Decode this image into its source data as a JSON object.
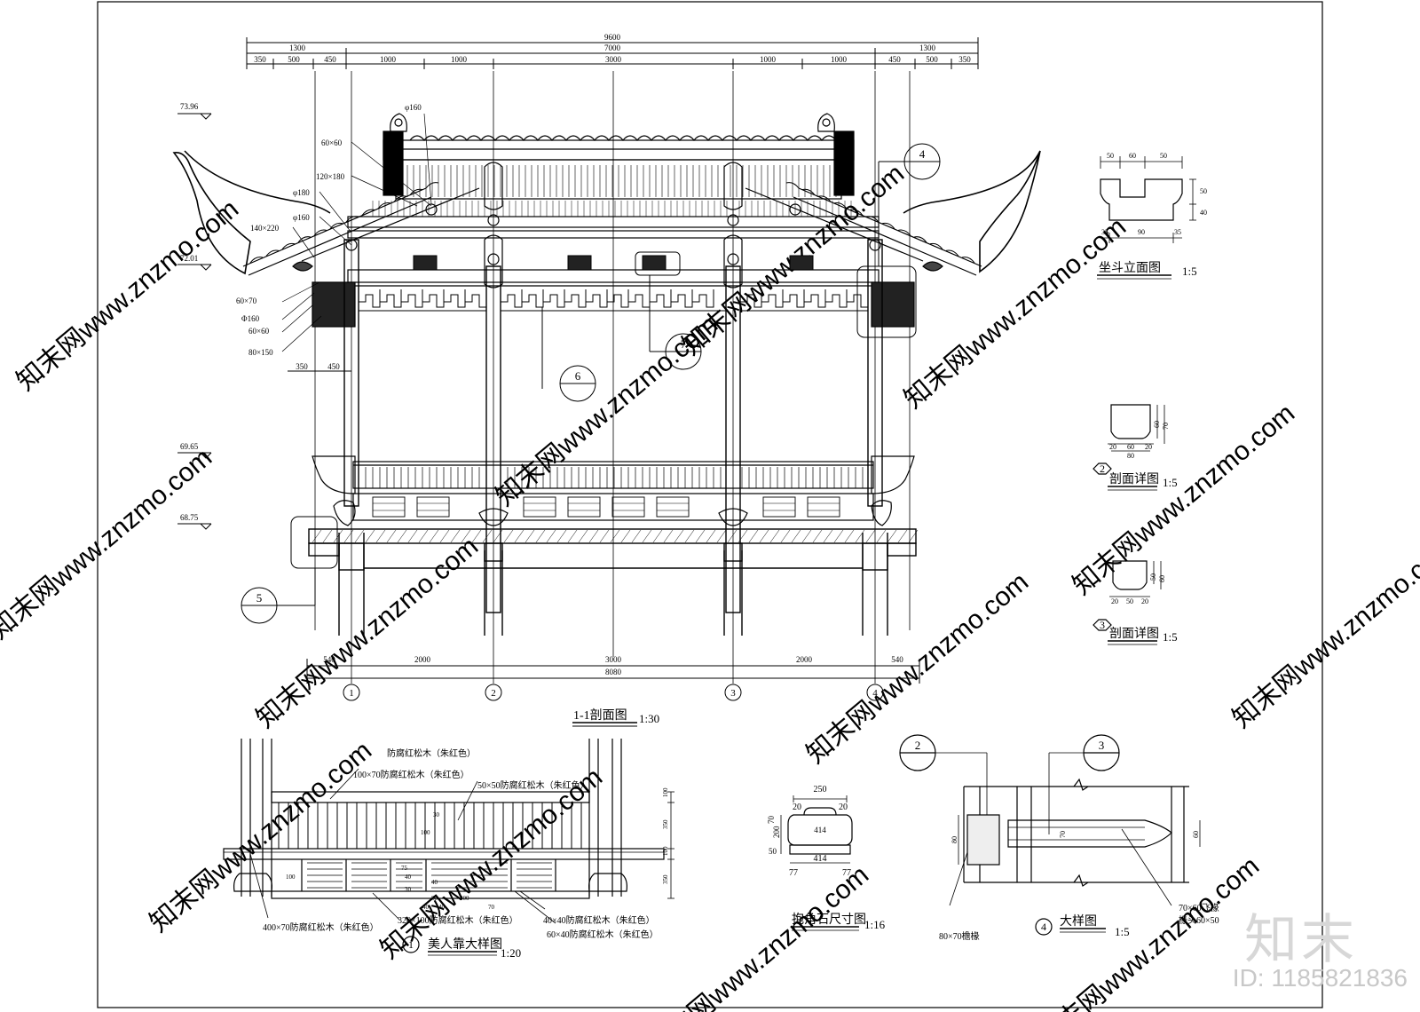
{
  "main_section": {
    "dims_top": {
      "total": "9600",
      "row2": [
        "1300",
        "7000",
        "1300"
      ],
      "row3": [
        "350",
        "500",
        "450",
        "1000",
        "1000",
        "3000",
        "1000",
        "1000",
        "450",
        "500",
        "350"
      ]
    },
    "elevations": [
      "73.96",
      "72.01",
      "69.65",
      "68.75"
    ],
    "left_callouts": [
      "60×60",
      "120×180",
      "φ180",
      "φ160",
      "140×220",
      "60×70",
      "Φ160",
      "60×60",
      "80×150"
    ],
    "top_callout": "φ160",
    "mid_dims": [
      "350",
      "450"
    ],
    "detail_refs": [
      "4",
      "5",
      "6",
      "7"
    ],
    "dims_bottom": {
      "row1": [
        "540",
        "2000",
        "3000",
        "2000",
        "540"
      ],
      "total": "8080"
    },
    "axes": [
      "1",
      "2",
      "3",
      "4"
    ],
    "title": "1-1剖面图",
    "scale": "1:30"
  },
  "zuodou": {
    "dims_top": [
      "50",
      "60",
      "50"
    ],
    "dims_bottom": [
      "35",
      "90",
      "35"
    ],
    "dims_side": [
      "50",
      "40"
    ],
    "title": "坐斗立面图",
    "scale": "1:5"
  },
  "section2": {
    "dims_bottom": [
      "20",
      "60",
      "20",
      "80"
    ],
    "dims_side": [
      "60",
      "70"
    ],
    "num": "2",
    "title": "剖面详图",
    "scale": "1:5"
  },
  "section3": {
    "dims_bottom": [
      "20",
      "50",
      "20"
    ],
    "dims_side": [
      "50",
      "60"
    ],
    "num": "3",
    "title": "剖面详图",
    "scale": "1:5"
  },
  "railing": {
    "top_label": "防腐红松木（朱红色）",
    "callouts": [
      "100×70防腐红松木（朱红色）",
      "50×50防腐红松木（朱红色）",
      "400×70防腐红松木（朱红色）",
      "320×100防腐红松木（朱红色）",
      "40×40防腐红松木（朱红色）",
      "60×40防腐红松木（朱红色）"
    ],
    "dims_right": [
      "100",
      "350",
      "100",
      "350"
    ],
    "inner_dims": [
      "30",
      "100",
      "100",
      "75",
      "40",
      "40",
      "40",
      "40",
      "80",
      "300",
      "70",
      "30"
    ],
    "num": "1",
    "title": "美人靠大样图",
    "scale": "1:20"
  },
  "baojiao": {
    "dims": [
      "250",
      "20",
      "20",
      "414",
      "414",
      "77",
      "77"
    ],
    "dims_side": [
      "70",
      "200",
      "50"
    ],
    "title": "抱角石尺寸图",
    "scale": "1:16"
  },
  "detail4": {
    "refs": [
      "2",
      "3"
    ],
    "dims": [
      "80",
      "70",
      "60"
    ],
    "callouts": [
      "70×60飞椽",
      "椽头60×50",
      "80×70檐椽"
    ],
    "num": "4",
    "title": "大样图",
    "scale": "1:5"
  },
  "watermark": {
    "text": "知末网www.znzmo.com",
    "brand": "知末",
    "id": "ID: 1185821836"
  }
}
